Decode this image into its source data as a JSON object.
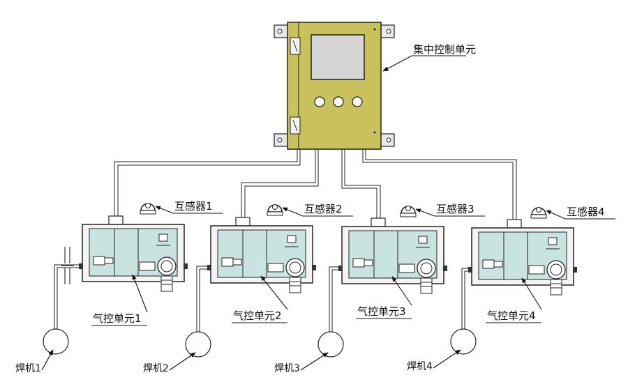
{
  "central_unit": {
    "label": "集中控制单元",
    "fill": "#c9c25c",
    "screen": "#d6d6d6"
  },
  "gas_units": [
    {
      "label": "气控单元1",
      "sensor": "互感器1",
      "welder": "焊机1"
    },
    {
      "label": "气控单元2",
      "sensor": "互感器2",
      "welder": "焊机2"
    },
    {
      "label": "气控单元3",
      "sensor": "互感器3",
      "welder": "焊机3"
    },
    {
      "label": "气控单元4",
      "sensor": "互感器4",
      "welder": "焊机4"
    }
  ],
  "colors": {
    "unit_fill": "#c9e4e0",
    "line": "#1a1a1a"
  }
}
